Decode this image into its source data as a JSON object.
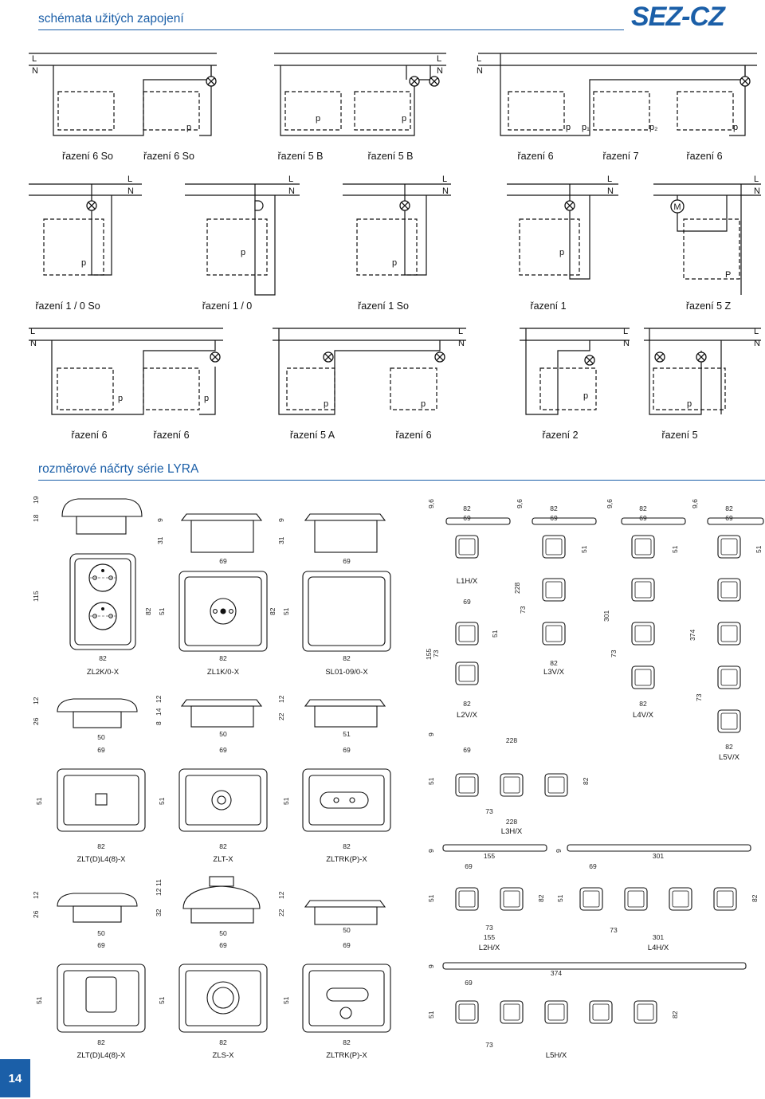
{
  "header": {
    "title": "schémata užitých zapojení",
    "logo": "SEZ-CZ"
  },
  "section2_title": "rozměrové náčrty série LYRA",
  "page_number": "14",
  "wire_labels": {
    "L": "L",
    "N": "N",
    "p": "p",
    "P": "P",
    "p1": "p₁",
    "p2": "p₂",
    "M": "M"
  },
  "wiring_captions": {
    "row1": [
      "řazení 6 So",
      "řazení 6 So",
      "řazení 5 B",
      "řazení 5 B",
      "řazení 6",
      "řazení 7",
      "řazení 6"
    ],
    "row2": [
      "řazení 1 / 0 So",
      "řazení 1 / 0",
      "řazení 1 So",
      "řazení 1",
      "řazení 5 Z"
    ],
    "row3": [
      "řazení 6",
      "řazení 6",
      "řazení 5 A",
      "řazení 6",
      "řazení 2",
      "řazení 5"
    ]
  },
  "products": {
    "ZL2K": "ZL2K/0-X",
    "ZL1K": "ZL1K/0-X",
    "SL01": "SL01-09/0-X",
    "L1H": "L1H/X",
    "L3V": "L3V/X",
    "L2V": "L2V/X",
    "L4V": "L4V/X",
    "L5V": "L5V/X",
    "L3H": "L3H/X",
    "ZLTD1": "ZLT(D)L4(8)-X",
    "ZLT": "ZLT-X",
    "ZLTRK1": "ZLTRK(P)-X",
    "ZLTD2": "ZLT(D)L4(8)-X",
    "ZLS": "ZLS-X",
    "ZLTRK2": "ZLTRK(P)-X",
    "L2H": "L2H/X",
    "L4H": "L4H/X",
    "L5H": "L5H/X"
  },
  "dims": {
    "d18": "18",
    "d19": "19",
    "d31": "31",
    "d9": "9",
    "d96": "9,6",
    "d69": "69",
    "d82": "82",
    "d51": "51",
    "d115": "115",
    "d73": "73",
    "d155": "155",
    "d228": "228",
    "d301": "301",
    "d374": "374",
    "d26": "26",
    "d12": "12",
    "d8": "8",
    "d14": "14",
    "d22": "22",
    "d50": "50",
    "d32": "32",
    "d11": "11"
  }
}
